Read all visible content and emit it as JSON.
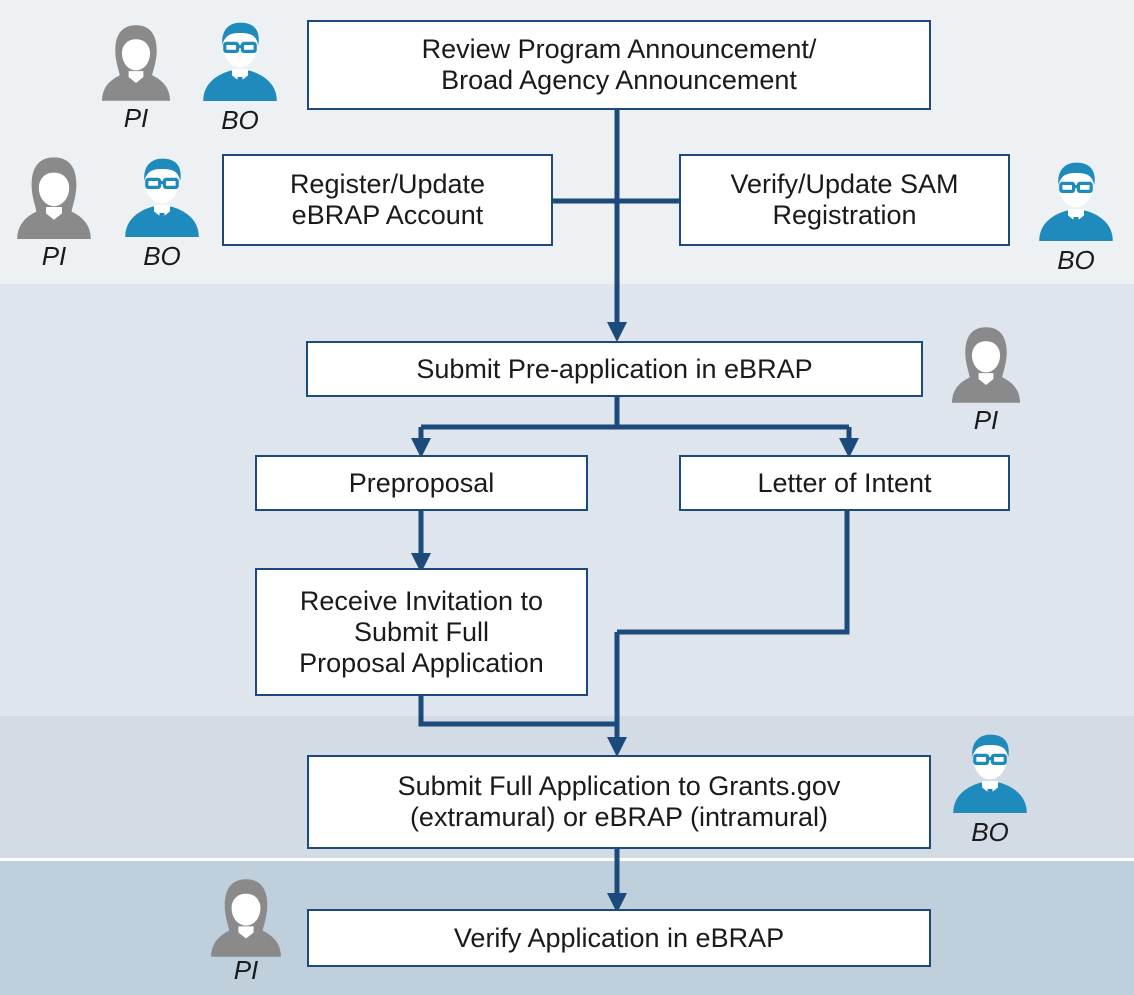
{
  "colors": {
    "line": "#1c4a7a",
    "pi_icon": "#8a8a8a",
    "bo_icon": "#1f8bbd"
  },
  "steps": {
    "review": "Review Program Announcement/\nBroad Agency Announcement",
    "register": "Register/Update\neBRAP Account",
    "sam": "Verify/Update SAM\nRegistration",
    "preapp": "Submit Pre-application in eBRAP",
    "preproposal": "Preproposal",
    "loi": "Letter of Intent",
    "invitation": "Receive Invitation to\nSubmit Full\nProposal Application",
    "full_app": "Submit Full Application to Grants.gov\n(extramural) or eBRAP (intramural)",
    "verify": "Verify Application in eBRAP"
  },
  "roles": {
    "pi": "PI",
    "bo": "BO"
  }
}
